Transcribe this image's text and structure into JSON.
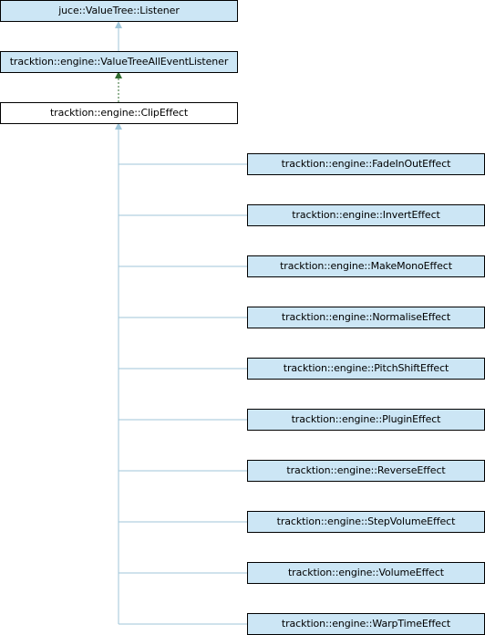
{
  "colors": {
    "edge": "#9fc6da",
    "dotted_edge": "#2f6b2f",
    "node_fill": "#cce6f5",
    "focus_fill": "#ffffff",
    "border": "#000000"
  },
  "nodes": {
    "listener": "juce::ValueTree::Listener",
    "all_event_listener": "tracktion::engine::ValueTreeAllEventListener",
    "clip_effect": "tracktion::engine::ClipEffect"
  },
  "derived": [
    "tracktion::engine::FadeInOutEffect",
    "tracktion::engine::InvertEffect",
    "tracktion::engine::MakeMonoEffect",
    "tracktion::engine::NormaliseEffect",
    "tracktion::engine::PitchShiftEffect",
    "tracktion::engine::PluginEffect",
    "tracktion::engine::ReverseEffect",
    "tracktion::engine::StepVolumeEffect",
    "tracktion::engine::VolumeEffect",
    "tracktion::engine::WarpTimeEffect"
  ]
}
